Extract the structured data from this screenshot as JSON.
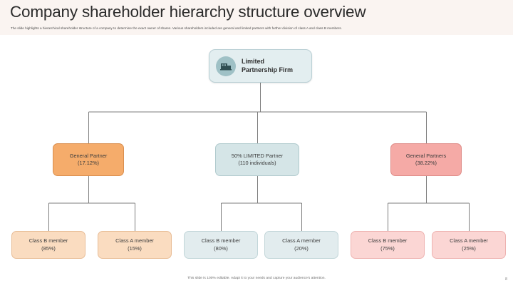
{
  "header": {
    "title": "Company shareholder hierarchy structure overview",
    "subtitle": "The slide highlights a hierarchical shareholder structure of a company to determine the exact owner of shares. Various shareholders included are general and limited partners with further division of class A and class B members.",
    "band_color": "#faf4f1"
  },
  "chart_data": {
    "type": "diagram",
    "title": "Company shareholder hierarchy structure overview",
    "layout": "org-chart",
    "levels": 3,
    "root": {
      "label_line1": "Limited",
      "label_line2": "Partnership Firm",
      "icon": "bank-building-icon",
      "fill": "#e3eef0",
      "border": "#b9cfd4",
      "icon_circle": "#9fc1c6"
    },
    "mid_level": [
      {
        "name": "General Partner",
        "value": "(17.12%)",
        "percent": 17.12,
        "fill": "#f5ac6b",
        "border": "#d98e4e"
      },
      {
        "name": "50% LIMITED  Partner",
        "value": "(110 individuals)",
        "percent": 50,
        "count": 110,
        "fill": "#d5e5e7",
        "border": "#b0cacd"
      },
      {
        "name": "General Partners",
        "value": "(38.22%)",
        "percent": 38.22,
        "fill": "#f5aaa6",
        "border": "#de8c88"
      }
    ],
    "leaf_level": [
      {
        "name": "Class B member",
        "value": "(85%)",
        "percent": 85,
        "parent": "General Partner",
        "fill": "#fadcc0",
        "border": "#e8bd96"
      },
      {
        "name": "Class A member",
        "value": "(15%)",
        "percent": 15,
        "parent": "General Partner",
        "fill": "#fadcc0",
        "border": "#e8bd96"
      },
      {
        "name": "Class B member",
        "value": "(80%)",
        "percent": 80,
        "parent": "50% LIMITED  Partner",
        "fill": "#e2ecee",
        "border": "#c2d6d9"
      },
      {
        "name": "Class A member",
        "value": "(20%)",
        "percent": 20,
        "parent": "50% LIMITED  Partner",
        "fill": "#e2ecee",
        "border": "#c2d6d9"
      },
      {
        "name": "Class B member",
        "value": "(75%)",
        "percent": 75,
        "parent": "General Partners",
        "fill": "#fbd6d4",
        "border": "#eeb2b0"
      },
      {
        "name": "Class A member",
        "value": "(25%)",
        "percent": 25,
        "parent": "General Partners",
        "fill": "#fbd6d4",
        "border": "#eeb2b0"
      }
    ]
  },
  "footer": {
    "note": "This slide is 100% editable. Adapt it to your needs and capture your audience's attention.",
    "page_number": "8"
  }
}
